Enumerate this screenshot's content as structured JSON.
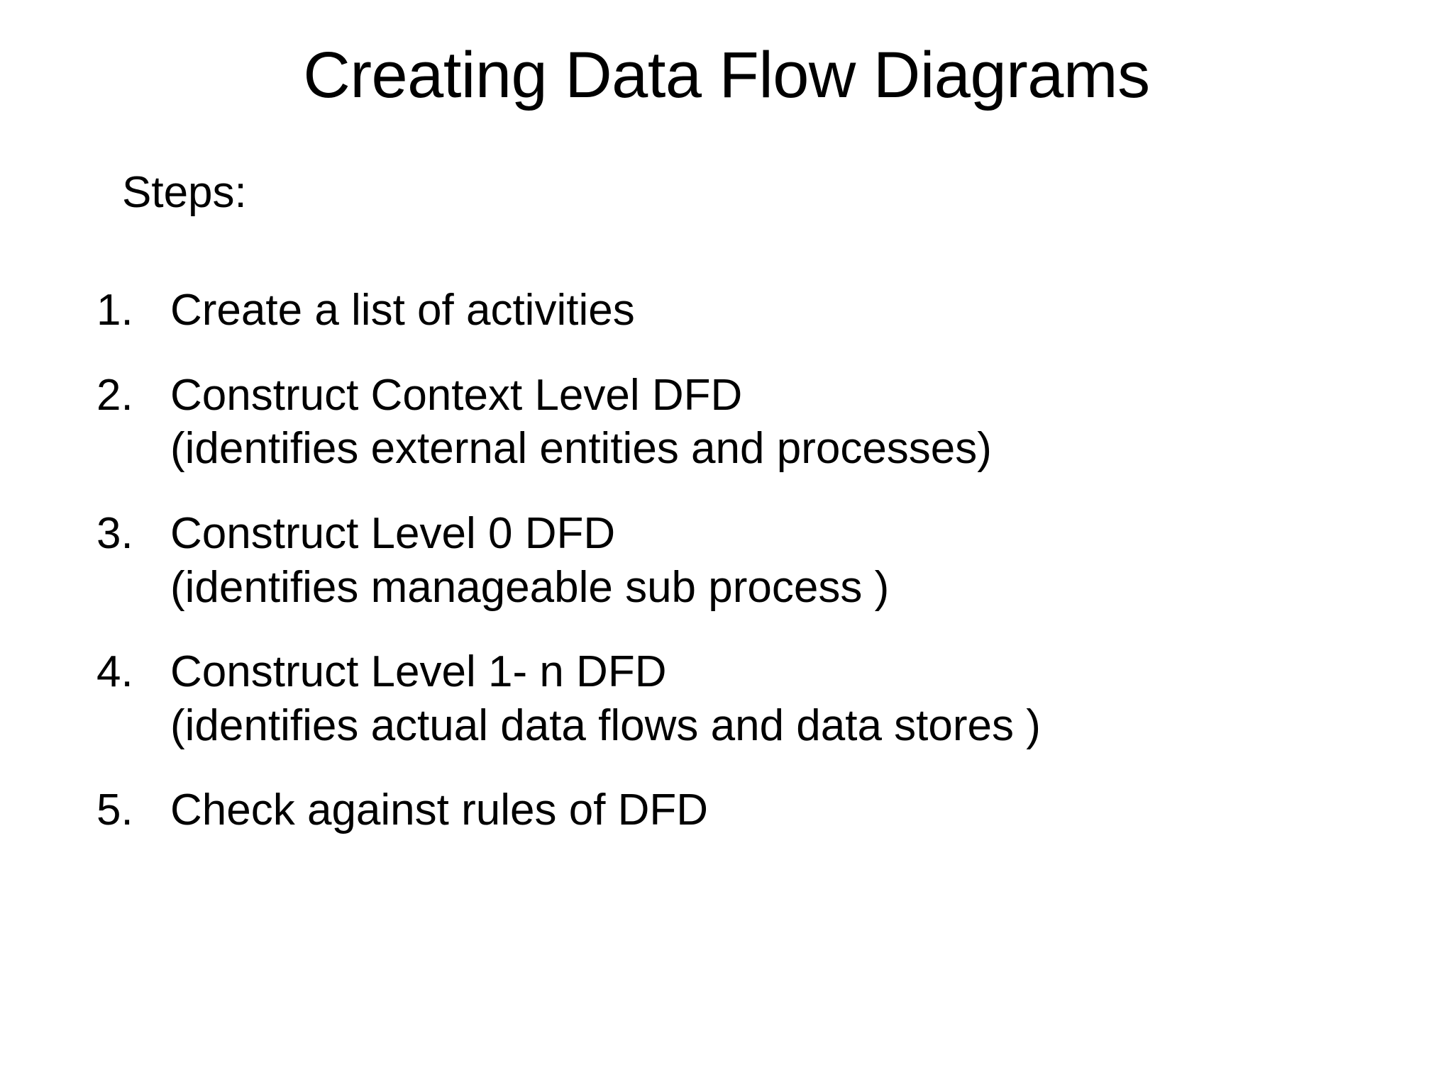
{
  "slide": {
    "title": "Creating Data Flow Diagrams",
    "section_label": "Steps:",
    "background_color": "#ffffff",
    "text_color": "#000000",
    "steps": [
      {
        "number": "1.",
        "text": "Create a list of activities",
        "subtext": ""
      },
      {
        "number": "2.",
        "text": "Construct Context Level DFD",
        "subtext": "(identifies external entities and processes)"
      },
      {
        "number": "3.",
        "text": "Construct Level 0 DFD",
        "subtext": "(identifies manageable sub process )"
      },
      {
        "number": "4.",
        "text": "Construct Level 1- n DFD",
        "subtext": "(identifies actual data flows and data stores )"
      },
      {
        "number": "5.",
        "text": "Check against rules of DFD",
        "subtext": ""
      }
    ]
  }
}
